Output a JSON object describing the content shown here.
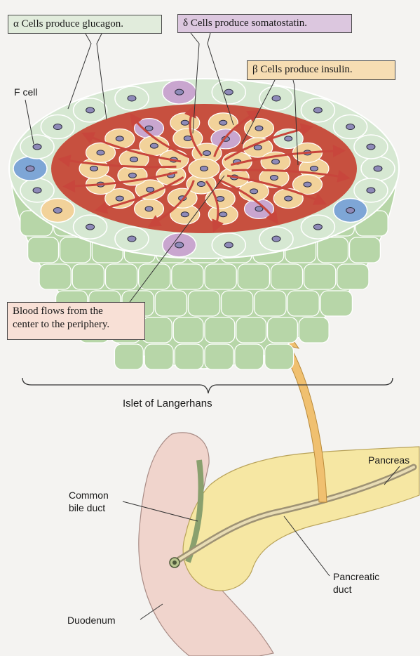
{
  "callouts": {
    "alpha": "α Cells produce glucagon.",
    "delta": "δ Cells produce somatostatin.",
    "beta": "β Cells produce insulin.",
    "blood_line1": "Blood flows from the",
    "blood_line2": "center to the periphery."
  },
  "labels": {
    "f_cell": "F cell",
    "islet": "Islet of Langerhans",
    "pancreas": "Pancreas",
    "common_bile_duct_line1": "Common",
    "common_bile_duct_line2": "bile duct",
    "pancreatic_duct_line1": "Pancreatic",
    "pancreatic_duct_line2": "duct",
    "duodenum": "Duodenum"
  },
  "colors": {
    "alpha_cell": "#d6e8d2",
    "beta_cell": "#f2d29a",
    "delta_cell": "#c9a6cf",
    "f_cell": "#7ea6d6",
    "blood_vessel": "#c8463c",
    "arrow": "#f0c070",
    "pancreas": "#f6e7a3",
    "duodenum": "#f0d4cc"
  }
}
